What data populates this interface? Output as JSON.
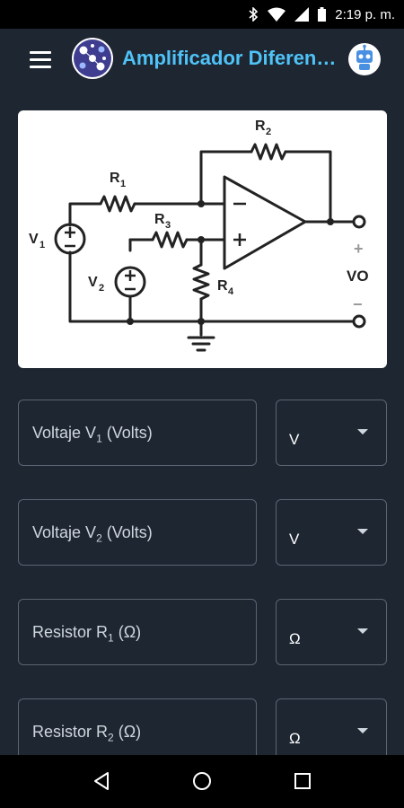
{
  "status": {
    "time": "2:19 p. m."
  },
  "appbar": {
    "title": "Amplificador Diferencial"
  },
  "circuit": {
    "labels": {
      "r1": "R",
      "r1_sub": "1",
      "r2": "R",
      "r2_sub": "2",
      "r3": "R",
      "r3_sub": "3",
      "r4": "R",
      "r4_sub": "4",
      "v1": "V",
      "v1_sub": "1",
      "v2": "V",
      "v2_sub": "2",
      "vo": "VO",
      "plus": "+",
      "minus": "−"
    }
  },
  "fields": [
    {
      "label": "Voltaje V",
      "sub": "1",
      "suffix": " (Volts)",
      "unit": "V"
    },
    {
      "label": "Voltaje V",
      "sub": "2",
      "suffix": " (Volts)",
      "unit": "V"
    },
    {
      "label": "Resistor R",
      "sub": "1",
      "suffix": " (Ω)",
      "unit": "Ω"
    },
    {
      "label": "Resistor R",
      "sub": "2",
      "suffix": " (Ω)",
      "unit": "Ω"
    }
  ]
}
